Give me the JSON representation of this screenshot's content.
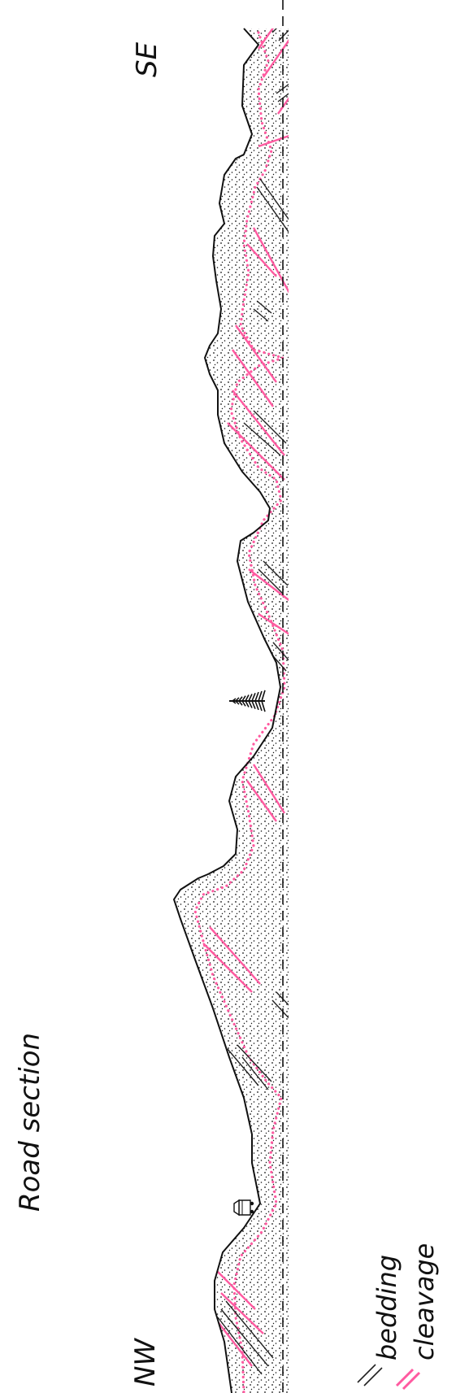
{
  "title": "Road section",
  "direction_start": "NW",
  "direction_end": "SE",
  "legend": [
    {
      "label": "bedding",
      "color": "#222222"
    },
    {
      "label": "cleavage",
      "color": "#ff5aa0"
    }
  ],
  "colors": {
    "outline": "#111111",
    "bedding": "#222222",
    "cleavage": "#ff5aa0",
    "contact": "#ff5aa0",
    "stipple": "#111111"
  },
  "icons": [
    "car-icon",
    "tree-icon"
  ]
}
